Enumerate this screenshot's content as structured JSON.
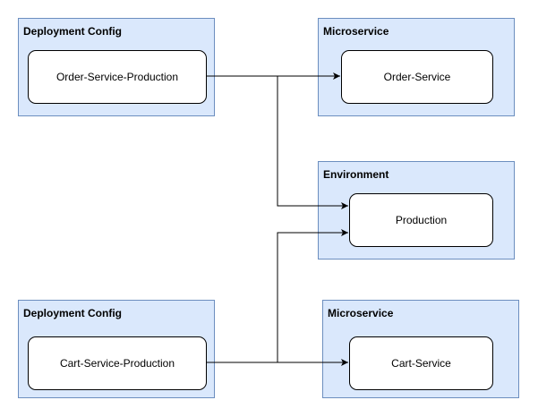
{
  "groups": {
    "deploy_order": {
      "title": "Deployment Config",
      "node": "Order-Service-Production"
    },
    "micro_order": {
      "title": "Microservice",
      "node": "Order-Service"
    },
    "environment": {
      "title": "Environment",
      "node": "Production"
    },
    "deploy_cart": {
      "title": "Deployment Config",
      "node": "Cart-Service-Production"
    },
    "micro_cart": {
      "title": "Microservice",
      "node": "Cart-Service"
    }
  },
  "colors": {
    "group_fill": "#dae8fc",
    "group_stroke": "#6c8ebf",
    "node_fill": "#ffffff",
    "edge": "#000000"
  },
  "edges": [
    {
      "from": "deploy_order",
      "to": "micro_order"
    },
    {
      "from": "deploy_order",
      "to": "environment"
    },
    {
      "from": "deploy_cart",
      "to": "environment"
    },
    {
      "from": "deploy_cart",
      "to": "micro_cart"
    }
  ]
}
